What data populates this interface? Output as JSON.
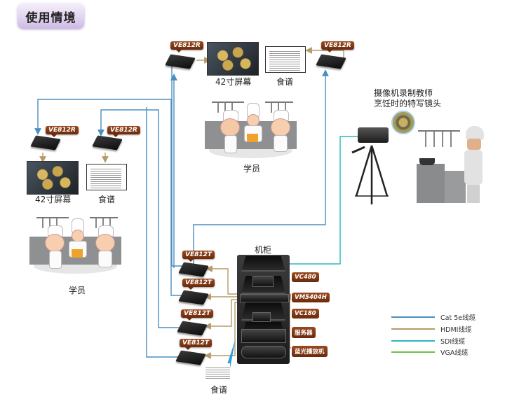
{
  "title": "使用情境",
  "colors": {
    "cat5e": "#4a8fc2",
    "hdmi": "#b69b6a",
    "sdi": "#2ab7bd",
    "vga": "#6cc04a",
    "tag_bg": "#7a3412"
  },
  "top_area": {
    "receiver_left": {
      "model": "VE812R"
    },
    "receiver_right": {
      "model": "VE812R"
    },
    "screen_label": "42寸屏幕",
    "recipe_label": "食谱",
    "students_label": "学员"
  },
  "left_area": {
    "receiver_a": {
      "model": "VE812R"
    },
    "receiver_b": {
      "model": "VE812R"
    },
    "screen_label": "42寸屏幕",
    "recipe_label": "食谱",
    "students_label": "学员"
  },
  "camera_caption": [
    "摄像机录制教师",
    "烹饪时的特写镜头"
  ],
  "rack": {
    "label": "机柜",
    "devices": [
      {
        "name": "VC480"
      },
      {
        "name": "VM5404H"
      },
      {
        "name": "VC180"
      },
      {
        "name": "服务器"
      },
      {
        "name": "蓝光播放机"
      }
    ]
  },
  "transmitters": [
    {
      "model": "VE812T"
    },
    {
      "model": "VE812T"
    },
    {
      "model": "VE812T"
    },
    {
      "model": "VE812T"
    }
  ],
  "bottom_recipe_label": "食谱",
  "legend": [
    {
      "label": "Cat 5e线缆",
      "color": "#4a8fc2"
    },
    {
      "label": "HDMI线缆",
      "color": "#b69b6a"
    },
    {
      "label": "SDI线缆",
      "color": "#2ab7bd"
    },
    {
      "label": "VGA线缆",
      "color": "#6cc04a"
    }
  ]
}
